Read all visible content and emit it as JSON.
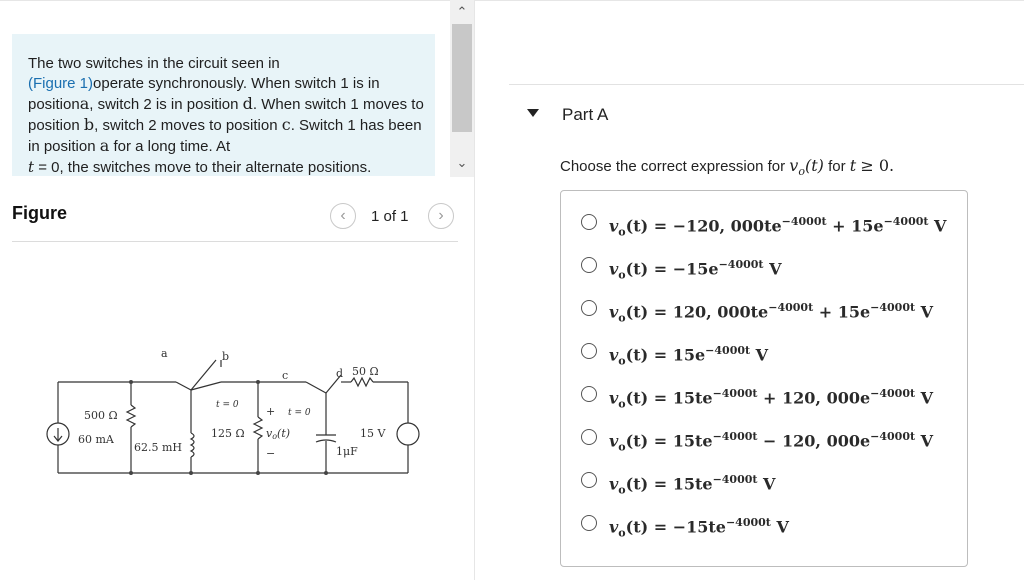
{
  "problem": {
    "intro_part1": "The two switches in the circuit seen in",
    "figure_link": "(Figure 1)",
    "intro_part2": "operate synchronously. When switch 1 is in position",
    "pos_a": "a",
    "intro_part3": ", switch 2 is in position",
    "pos_d": "d",
    "intro_part4": ". When switch 1 moves to position",
    "pos_b": "b",
    "intro_part5": ", switch 2 moves to position",
    "pos_c": "c",
    "intro_part6": ". Switch 1 has been in position",
    "pos_a2": "a",
    "intro_part7": "for a long time. At",
    "t_var": "t",
    "intro_part8": "= 0, the switches move to their alternate positions."
  },
  "figure": {
    "title": "Figure",
    "page_indicator": "1 of 1",
    "prev_icon": "‹",
    "next_icon": "›",
    "circuit_labels": {
      "source_current": "60 mA",
      "r1": "500 Ω",
      "inductor": "62.5 mH",
      "r2": "125 Ω",
      "vo": "v",
      "vo_sub": "o",
      "vo_t": "(t)",
      "plus": "+",
      "minus": "−",
      "t0_1": "t = 0",
      "t0_2": "t = 0",
      "cap": "1μF",
      "r3": "50 Ω",
      "volt": "15 V",
      "node_a": "a",
      "node_b": "b",
      "node_c": "c",
      "node_d": "d"
    }
  },
  "scrollbar": {
    "up_icon": "⌃",
    "down_icon": "⌄"
  },
  "part": {
    "title": "Part A",
    "question_pre": "Choose the correct expression for",
    "question_mid": "for",
    "question_var": "t",
    "question_post": "≥ 0."
  },
  "options": [
    {
      "lhs": "v",
      "expr": "−120, 000te",
      "exp1": "−4000t",
      "mid": "+ 15e",
      "exp2": "−4000t",
      "unit": "V"
    },
    {
      "lhs": "v",
      "expr": "−15e",
      "exp1": "−4000t",
      "mid": "",
      "exp2": "",
      "unit": "V"
    },
    {
      "lhs": "v",
      "expr": "120, 000te",
      "exp1": "−4000t",
      "mid": "+ 15e",
      "exp2": "−4000t",
      "unit": "V"
    },
    {
      "lhs": "v",
      "expr": "15e",
      "exp1": "−4000t",
      "mid": "",
      "exp2": "",
      "unit": "V"
    },
    {
      "lhs": "v",
      "expr": "15te",
      "exp1": "−4000t",
      "mid": "+ 120, 000e",
      "exp2": "−4000t",
      "unit": "V"
    },
    {
      "lhs": "v",
      "expr": "15te",
      "exp1": "−4000t",
      "mid": "− 120, 000e",
      "exp2": "−4000t",
      "unit": "V"
    },
    {
      "lhs": "v",
      "expr": "15te",
      "exp1": "−4000t",
      "mid": "",
      "exp2": "",
      "unit": "V"
    },
    {
      "lhs": "v",
      "expr": "−15te",
      "exp1": "−4000t",
      "mid": "",
      "exp2": "",
      "unit": "V"
    }
  ],
  "option_prefix": "(t) = ",
  "option_sub": "o"
}
